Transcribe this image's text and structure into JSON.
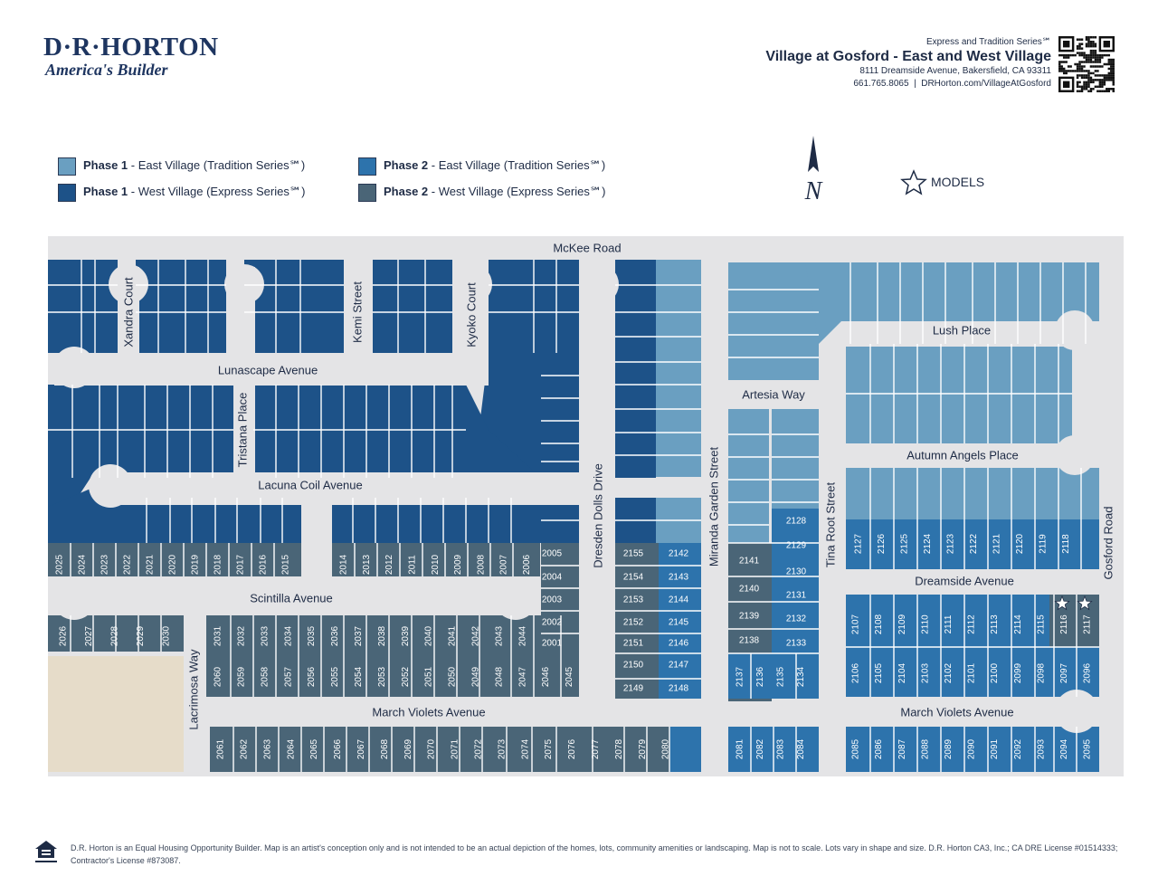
{
  "brand": {
    "name": "D·R·HORTON",
    "tagline": "America's Builder"
  },
  "header": {
    "series": "Express and Tradition Series℠",
    "title": "Village at Gosford - East and West Village",
    "address": "8111 Dreamside Avenue, Bakersfield, CA 93311",
    "contact": "661.765.8065  |  DRHorton.com/VillageAtGosford"
  },
  "legend": [
    {
      "phase": "Phase 1",
      "text": " - East Village (Tradition Series℠)",
      "color": "#6a9fc1"
    },
    {
      "phase": "Phase 1",
      "text": " - West Village (Express Series℠)",
      "color": "#1d5288"
    },
    {
      "phase": "Phase 2",
      "text": " - East Village (Tradition Series℠)",
      "color": "#2d73ac"
    },
    {
      "phase": "Phase 2",
      "text": " - West Village (Express Series℠)",
      "color": "#4a6577"
    }
  ],
  "models_label": "MODELS",
  "compass_label": "N",
  "colors": {
    "p1_east": "#6a9fc1",
    "p1_west": "#1d5288",
    "p2_east": "#2d73ac",
    "p2_west": "#4a6577",
    "road": "#e4e4e6",
    "open_space": "#e6dcc9",
    "lot_line": "#ffffff"
  },
  "streets": {
    "mckee": "McKee Road",
    "xandra": "Xandra Court",
    "kemi": "Kemi Street",
    "kyoko": "Kyoko Court",
    "lunascape": "Lunascape Avenue",
    "tristana": "Tristana Place",
    "lacuna": "Lacuna Coil Avenue",
    "dresden": "Dresden Dolls Drive",
    "miranda": "Miranda Garden Street",
    "artesia": "Artesia Way",
    "lush": "Lush Place",
    "autumn": "Autumn Angels Place",
    "tina": "Tina Root Street",
    "dreamside": "Dreamside Avenue",
    "gosford": "Gosford Road",
    "scintilla": "Scintilla Avenue",
    "lacrimosa": "Lacrimosa Way",
    "march_w": "March Violets Avenue",
    "march_e": "March Violets Avenue"
  },
  "lots": {
    "r1": [
      "2025",
      "2024",
      "2023",
      "2022",
      "2021",
      "2020",
      "2019",
      "2018",
      "2017",
      "2016",
      "2015"
    ],
    "r2": [
      "2014",
      "2013",
      "2012",
      "2011",
      "2010",
      "2009",
      "2008",
      "2007",
      "2006"
    ],
    "r3": [
      "2026",
      "2027",
      "2028",
      "2029",
      "2030"
    ],
    "r4": [
      "2031",
      "2032",
      "2033",
      "2034",
      "2035",
      "2036",
      "2037",
      "2038",
      "2039",
      "2040",
      "2041",
      "2042",
      "2043",
      "2044"
    ],
    "r5": [
      "2060",
      "2059",
      "2058",
      "2057",
      "2056",
      "2055",
      "2054",
      "2053",
      "2052",
      "2051",
      "2050",
      "2049",
      "2048",
      "2047",
      "2046",
      "2045"
    ],
    "r6": [
      "2061",
      "2062",
      "2063",
      "2064",
      "2065",
      "2066",
      "2067",
      "2068",
      "2069",
      "2070",
      "2071",
      "2072",
      "2073",
      "2074",
      "2075",
      "2076",
      "2077",
      "2078",
      "2079",
      "2080"
    ],
    "r7": [
      "2005",
      "2004",
      "2003",
      "2002",
      "2001"
    ],
    "r8": [
      "2155",
      "2154",
      "2153",
      "2152",
      "2151",
      "2150",
      "2149"
    ],
    "r9": [
      "2142",
      "2143",
      "2144",
      "2145",
      "2146",
      "2147",
      "2148"
    ],
    "r10": [
      "2141",
      "2140",
      "2139",
      "2138"
    ],
    "r11": [
      "2128",
      "2129",
      "2130",
      "2131",
      "2132",
      "2133"
    ],
    "r12": [
      "2137",
      "2136",
      "2135",
      "2134"
    ],
    "r13": [
      "2081",
      "2082",
      "2083",
      "2084"
    ],
    "r14": [
      "2127",
      "2126",
      "2125",
      "2124",
      "2123",
      "2122",
      "2121",
      "2120",
      "2119",
      "2118"
    ],
    "r15": [
      "2107",
      "2108",
      "2109",
      "2110",
      "2111",
      "2112",
      "2113",
      "2114",
      "2115",
      "2116",
      "2117"
    ],
    "r16": [
      "2106",
      "2105",
      "2104",
      "2103",
      "2102",
      "2101",
      "2100",
      "2099",
      "2098",
      "2097",
      "2096"
    ],
    "r17": [
      "2085",
      "2086",
      "2087",
      "2088",
      "2089",
      "2090",
      "2091",
      "2092",
      "2093",
      "2094",
      "2095"
    ]
  },
  "model_lots": [
    "2116",
    "2117"
  ],
  "footer": "D.R. Horton is an Equal Housing Opportunity Builder. Map is an artist's conception only and is not intended to be an actual depiction of the homes, lots, community amenities or landscaping. Map is not to scale. Lots vary in shape and size. D.R. Horton CA3, Inc.; CA DRE License #01514333; Contractor's License #873087."
}
